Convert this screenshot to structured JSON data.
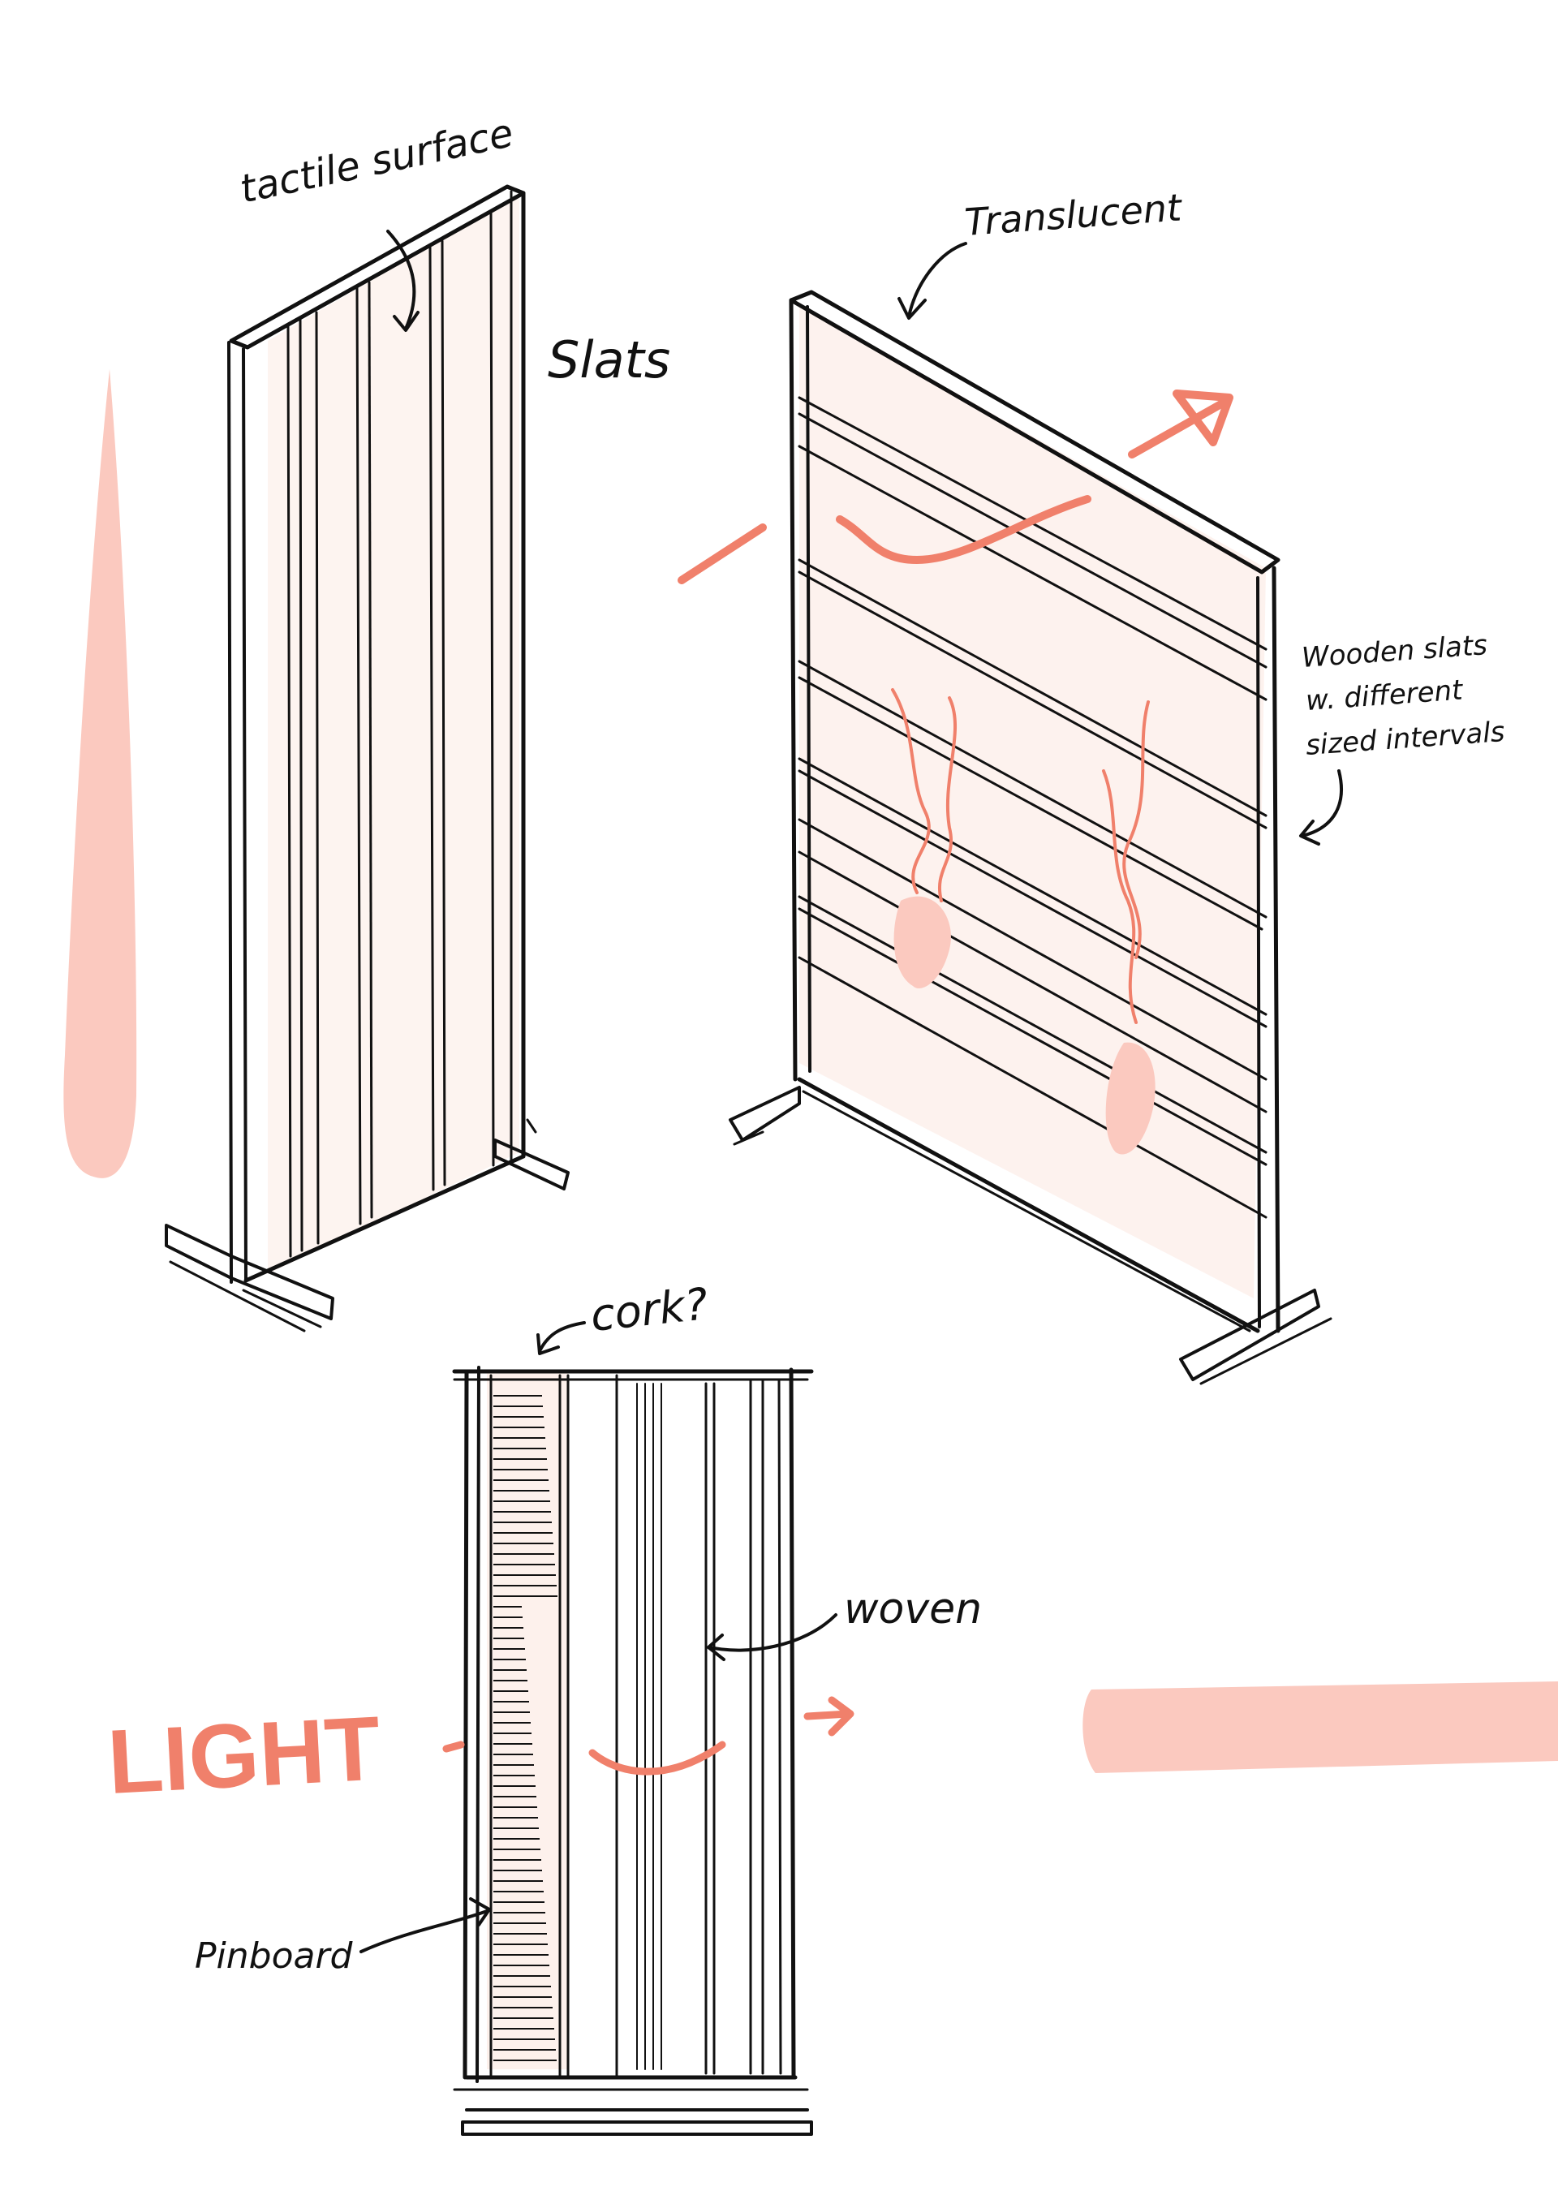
{
  "annotations": {
    "tactile": "tactile surface",
    "slats": "Slats",
    "translucent": "Translucent",
    "wooden_1": "Wooden slats",
    "wooden_2": "w. different",
    "wooden_3": "sized intervals",
    "cork": "cork?",
    "woven": "woven",
    "pinboard": "Pinboard",
    "light": "LIGHT"
  },
  "colors": {
    "ink": "#111111",
    "pink": "#fbc9bf",
    "pale_pink": "#fdf1ec",
    "coral": "#f0806b"
  }
}
